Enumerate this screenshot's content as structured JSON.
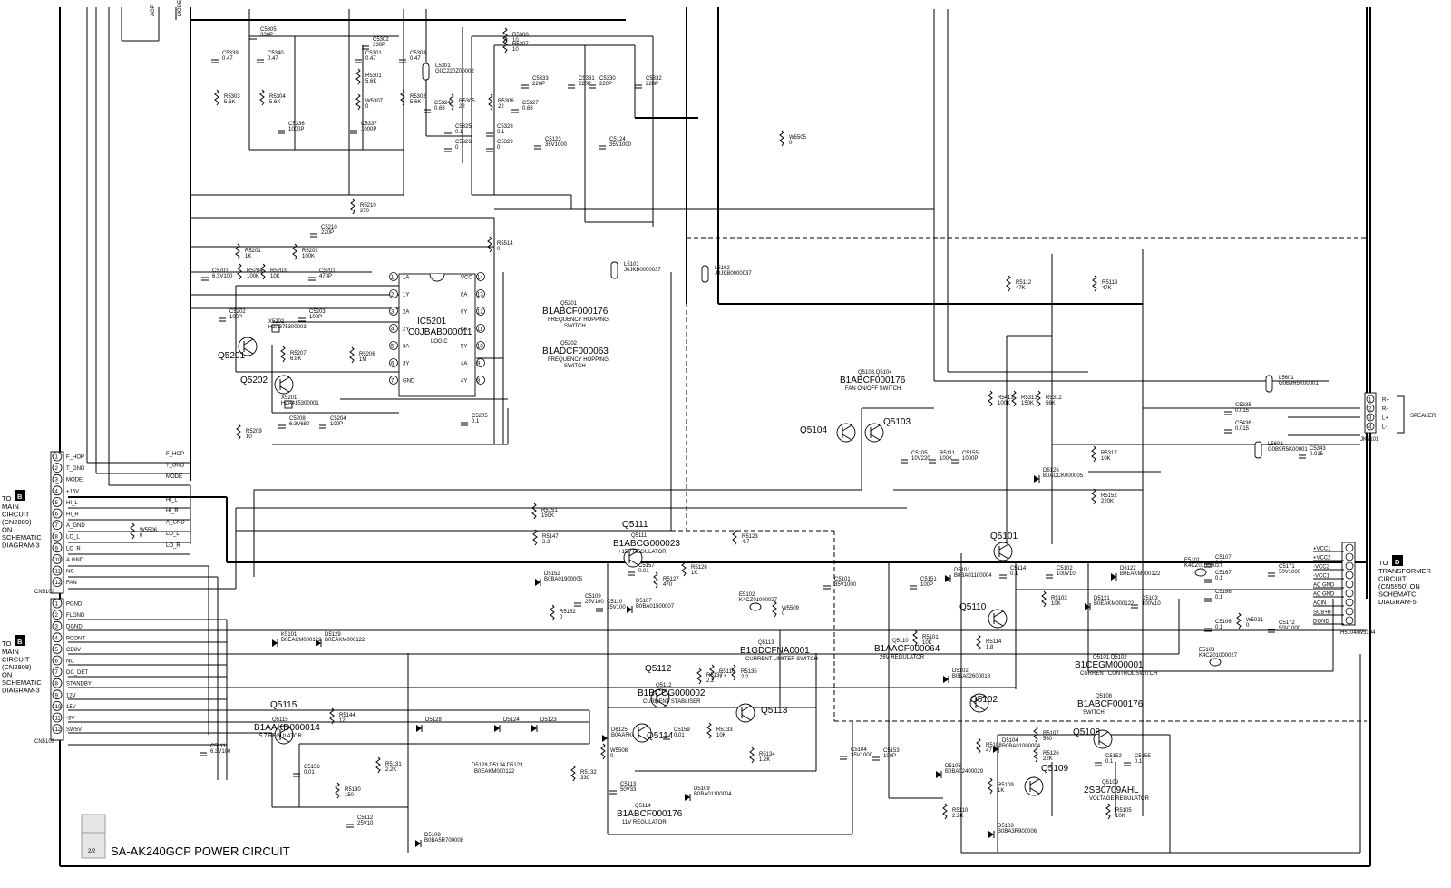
{
  "title": "SA-AK240GCP POWER CIRCUIT",
  "page_indicator": "2/2",
  "top_signals": [
    "AGP",
    "MODE"
  ],
  "ic5201": {
    "ref": "IC5201",
    "part": "C0JBAB000011",
    "desc": "LOGIC",
    "left_pins": [
      "1A",
      "1Y",
      "2A",
      "2Y",
      "3A",
      "3Y",
      "GND"
    ],
    "right_pins": [
      "VCC",
      "6A",
      "6Y",
      "5A",
      "5Y",
      "4A",
      "4Y"
    ],
    "left_nums": [
      "1",
      "2",
      "3",
      "4",
      "5",
      "6",
      "7"
    ],
    "right_nums": [
      "14",
      "13",
      "12",
      "11",
      "10",
      "9",
      "8"
    ]
  },
  "transistor_notes": [
    {
      "ref": "Q5201",
      "part": "B1ABCF000176",
      "desc1": "FREQUENCY HOPPING",
      "desc2": "SWITCH"
    },
    {
      "ref": "Q5202",
      "part": "B1ADCF000063",
      "desc1": "FREQUENCY HOPPING",
      "desc2": "SWITCH"
    },
    {
      "ref": "Q5103,Q5104",
      "part": "B1ABCF000176",
      "desc1": "FAN ON/OFF SWITCH",
      "desc2": ""
    },
    {
      "ref": "Q5111",
      "part": "B1ABCG000023",
      "desc1": "+15V REGULATOR",
      "desc2": ""
    },
    {
      "ref": "Q5113",
      "part": "B1GDCFNA0001",
      "desc1": "CURRENT LIMITER SWITCH",
      "desc2": ""
    },
    {
      "ref": "Q5110",
      "part": "B1AACF000064",
      "desc1": "26V REGULATOR",
      "desc2": ""
    },
    {
      "ref": "Q5101,Q5102",
      "part": "B1CEGM000001",
      "desc1": "CURRENT CONTROL SWITCH",
      "desc2": ""
    },
    {
      "ref": "Q5108",
      "part": "B1ABCF000176",
      "desc1": "SWITCH",
      "desc2": ""
    },
    {
      "ref": "Q5112",
      "part": "B1BCCG000002",
      "desc1": "CURRENT STABLISER",
      "desc2": ""
    },
    {
      "ref": "Q5115",
      "part": "B1AAKD000014",
      "desc1": "5.7 REGULATOR",
      "desc2": ""
    },
    {
      "ref": "Q5114",
      "part": "B1ABCF000176",
      "desc1": "11V REGULATOR",
      "desc2": ""
    },
    {
      "ref": "Q5109",
      "part": "2SB0709AHL",
      "desc1": "VOLTAGE REGULATOR",
      "desc2": ""
    }
  ],
  "q_labels": [
    "Q5201",
    "Q5202",
    "Q5104",
    "Q5103",
    "Q5111",
    "Q5101",
    "Q5110",
    "Q5112",
    "Q5113",
    "Q5115",
    "Q5114",
    "Q5102",
    "Q5108",
    "Q5109"
  ],
  "cn5102": {
    "ref": "CN5102",
    "pins": [
      "F_HOP",
      "T_GND",
      "MODE",
      "+15V",
      "HI_L",
      "HI_R",
      "A_GND",
      "LO_L",
      "LO_R",
      "A.GND",
      "NC",
      "FAN"
    ],
    "right_labels": [
      "F_HOP",
      "T_GND",
      "MODE",
      "",
      "HI_L",
      "HI_R",
      "A_GND",
      "LO_L",
      "LO_R",
      "",
      "",
      ""
    ],
    "to": "TO",
    "block": "B",
    "desc": [
      "MAIN",
      "CIRCUIT",
      "(CN2809)",
      "ON",
      "SCHEMATIC",
      "DIAGRAM-3"
    ]
  },
  "cn5103": {
    "ref": "CN5103",
    "pins": [
      "PGND",
      "FLGND",
      "DGND",
      "PCONT",
      "CD8V",
      "NC",
      "DC_DET",
      "STANDBY",
      "12V",
      "15V",
      "-3V",
      "SW5V"
    ],
    "to": "TO",
    "block": "B",
    "desc": [
      "MAIN",
      "CIRCUIT",
      "(CN2808)",
      "ON",
      "SCHEMATIC",
      "DIAGRAM-3"
    ]
  },
  "h5104": {
    "ref": "H5104/W5104",
    "pins": [
      "+VCC1",
      "+VCC2",
      "-VCC2",
      "-VCC1",
      "AC GND",
      "AC GND",
      "ACIN",
      "SUB+B",
      "DGND"
    ],
    "to": "TO",
    "block": "D",
    "desc": [
      "TRANSFORMER",
      "CIRCUIT",
      "(CN5950) ON",
      "SCHEMATC",
      "DIAGRAM-5"
    ]
  },
  "jk5101": {
    "ref": "JK5101",
    "pins": [
      "R+",
      "R-",
      "L+",
      "L-"
    ],
    "nums": [
      "1",
      "2",
      "3",
      "4"
    ],
    "label": "SPEAKER"
  },
  "parts": [
    {
      "r": "C5305",
      "v": "330P"
    },
    {
      "r": "C5302",
      "v": "330P"
    },
    {
      "r": "C5339",
      "v": "0.47"
    },
    {
      "r": "C5340",
      "v": "0.47"
    },
    {
      "r": "C5301",
      "v": "0.47"
    },
    {
      "r": "C5303",
      "v": "0.47"
    },
    {
      "r": "R5303",
      "v": "5.6K"
    },
    {
      "r": "R5304",
      "v": "5.6K"
    },
    {
      "r": "R5301",
      "v": "5.6K"
    },
    {
      "r": "R5302",
      "v": "5.6K"
    },
    {
      "r": "W5307",
      "v": "0"
    },
    {
      "r": "C5336",
      "v": "1000P"
    },
    {
      "r": "C5337",
      "v": "1000P"
    },
    {
      "r": "L5301",
      "v": "G0C220Z00002"
    },
    {
      "r": "R5308",
      "v": "10"
    },
    {
      "r": "R5307",
      "v": "10"
    },
    {
      "r": "C5333",
      "v": "220P"
    },
    {
      "r": "C5331",
      "v": "220P"
    },
    {
      "r": "C5330",
      "v": "220P"
    },
    {
      "r": "C5332",
      "v": "220P"
    },
    {
      "r": "C5324",
      "v": "0.68"
    },
    {
      "r": "R5305",
      "v": "22"
    },
    {
      "r": "R5306",
      "v": "22"
    },
    {
      "r": "C5327",
      "v": "0.68"
    },
    {
      "r": "C5325",
      "v": "0.1"
    },
    {
      "r": "C5328",
      "v": "0.1"
    },
    {
      "r": "C5326",
      "v": "0"
    },
    {
      "r": "C5329",
      "v": "0"
    },
    {
      "r": "C5123",
      "v": "35V1000"
    },
    {
      "r": "C5124",
      "v": "35V1000"
    },
    {
      "r": "W5505",
      "v": "0"
    },
    {
      "r": "R5210",
      "v": "270"
    },
    {
      "r": "C5210",
      "v": "220P"
    },
    {
      "r": "R5514",
      "v": "0"
    },
    {
      "r": "R5201",
      "v": "1K"
    },
    {
      "r": "R5202",
      "v": "100K"
    },
    {
      "r": "C5701",
      "v": "6.3V100"
    },
    {
      "r": "R5204",
      "v": "100K"
    },
    {
      "r": "R5203",
      "v": "10K"
    },
    {
      "r": "C5201",
      "v": "470P"
    },
    {
      "r": "C5202",
      "v": "100P"
    },
    {
      "r": "X5202",
      "v": "H2A375300003"
    },
    {
      "r": "C5203",
      "v": "100P"
    },
    {
      "r": "R5207",
      "v": "6.8K"
    },
    {
      "r": "R5206",
      "v": "1M"
    },
    {
      "r": "X5201",
      "v": "H2A415300001"
    },
    {
      "r": "C5208",
      "v": "6.3V680"
    },
    {
      "r": "C5204",
      "v": "100P"
    },
    {
      "r": "R5209",
      "v": "10"
    },
    {
      "r": "C5205",
      "v": "0.1"
    },
    {
      "r": "L5101",
      "v": "J0JKB0000037"
    },
    {
      "r": "L5102",
      "v": "J0JKB0000037"
    },
    {
      "r": "R5112",
      "v": "47K"
    },
    {
      "r": "R5113",
      "v": "47K"
    },
    {
      "r": "L5601",
      "v": "G0B9R5K00001"
    },
    {
      "r": "C5335",
      "v": "0.015"
    },
    {
      "r": "C5436",
      "v": "0.015"
    },
    {
      "r": "L5602",
      "v": "G0B9R5K00001"
    },
    {
      "r": "C5343",
      "v": "0.015"
    },
    {
      "r": "R5413",
      "v": "100K"
    },
    {
      "r": "R5313",
      "v": "150K"
    },
    {
      "r": "R5312",
      "v": "56K"
    },
    {
      "r": "C5105",
      "v": "10V220"
    },
    {
      "r": "R5111",
      "v": "100K"
    },
    {
      "r": "C5155",
      "v": "1000P"
    },
    {
      "r": "R5317",
      "v": "10K"
    },
    {
      "r": "D5126",
      "v": "B0ACCK000005"
    },
    {
      "r": "R5152",
      "v": "220K"
    },
    {
      "r": "R5151",
      "v": "150K"
    },
    {
      "r": "R5147",
      "v": "2.2"
    },
    {
      "r": "R5123",
      "v": "4.7"
    },
    {
      "r": "C5157",
      "v": "0.01"
    },
    {
      "r": "R5127",
      "v": "470"
    },
    {
      "r": "R5126",
      "v": "1K"
    },
    {
      "r": "D5152",
      "v": "B0BA01900005"
    },
    {
      "r": "C5109",
      "v": "25V100"
    },
    {
      "r": "C5110",
      "v": "25V100"
    },
    {
      "r": "D5107",
      "v": "B0BA01500007"
    },
    {
      "r": "R5152",
      "v": "0"
    },
    {
      "r": "E5102",
      "v": "K4CZ01000027"
    },
    {
      "r": "W5509",
      "v": "0"
    },
    {
      "r": "C5101",
      "v": "35V1000"
    },
    {
      "r": "C5151",
      "v": "100P"
    },
    {
      "r": "D5101",
      "v": "B0BA01100004"
    },
    {
      "r": "C5114",
      "v": "0.1"
    },
    {
      "r": "C5102",
      "v": "100V10"
    },
    {
      "r": "D6122",
      "v": "B0EAKM000122"
    },
    {
      "r": "E5101",
      "v": "K4CZ01000027"
    },
    {
      "r": "C5107",
      "v": "0.1"
    },
    {
      "r": "C5167",
      "v": "0.1"
    },
    {
      "r": "C5171",
      "v": "50V1000"
    },
    {
      "r": "R5103",
      "v": "10K"
    },
    {
      "r": "D5121",
      "v": "B0EAKM000122"
    },
    {
      "r": "C5103",
      "v": "100V10"
    },
    {
      "r": "C5186",
      "v": "0.1"
    },
    {
      "r": "C5106",
      "v": "0.1"
    },
    {
      "r": "W5021",
      "v": "0"
    },
    {
      "r": "C5172",
      "v": "50V1000"
    },
    {
      "r": "E5103",
      "v": "K4CZ01000027"
    },
    {
      "r": "K5101",
      "v": "B0EAKM000122"
    },
    {
      "r": "D5129",
      "v": "B0EAKM000122"
    },
    {
      "r": "W5506",
      "v": "0"
    },
    {
      "r": "R5101",
      "v": "10K"
    },
    {
      "r": "R5114",
      "v": "1.8"
    },
    {
      "r": "D5102",
      "v": "B0BA02600018"
    },
    {
      "r": "R5137",
      "v": "2.2"
    },
    {
      "r": "R5116",
      "v": "2.2"
    },
    {
      "r": "R5135",
      "v": "2.2"
    },
    {
      "r": "C5111",
      "v": "6.3V100"
    },
    {
      "r": "R5144",
      "v": "12"
    },
    {
      "r": "D5128",
      "v": ""
    },
    {
      "r": "D5124",
      "v": ""
    },
    {
      "r": "D5123",
      "v": ""
    },
    {
      "r": "D6125",
      "v": "B0AAFK000004"
    },
    {
      "r": "C5159",
      "v": "0.01"
    },
    {
      "r": "R5133",
      "v": "10K"
    },
    {
      "r": "W5508",
      "v": "0"
    },
    {
      "r": "R5134",
      "v": "1.2K"
    },
    {
      "r": "C5156",
      "v": "0.01"
    },
    {
      "r": "R5131",
      "v": "2.2K"
    },
    {
      "r": "R5132",
      "v": "330"
    },
    {
      "r": "C5113",
      "v": "50V33"
    },
    {
      "r": "D5109",
      "v": "B0BA01100004"
    },
    {
      "r": "R5130",
      "v": "150"
    },
    {
      "r": "C5112",
      "v": "25V10"
    },
    {
      "r": "D5108",
      "v": "B0BA5R700008"
    },
    {
      "r": "C5104",
      "v": "35V1000"
    },
    {
      "r": "C5153",
      "v": "100P"
    },
    {
      "r": "D5105",
      "v": "B0BA02400029"
    },
    {
      "r": "R5108",
      "v": "47"
    },
    {
      "r": "D5104",
      "v": "B0BA01000004"
    },
    {
      "r": "R5107",
      "v": "560"
    },
    {
      "r": "R5126",
      "v": "22K"
    },
    {
      "r": "C5152",
      "v": "0.1"
    },
    {
      "r": "C5155",
      "v": "0.1"
    },
    {
      "r": "R5109",
      "v": "1K"
    },
    {
      "r": "R5110",
      "v": "2.2K"
    },
    {
      "r": "D5103",
      "v": "B0BA3R900006"
    },
    {
      "r": "R5105",
      "v": "10K"
    }
  ],
  "diode_group_note": "D5128,D5124,D5123",
  "diode_group_part": "B0EAKM000122"
}
